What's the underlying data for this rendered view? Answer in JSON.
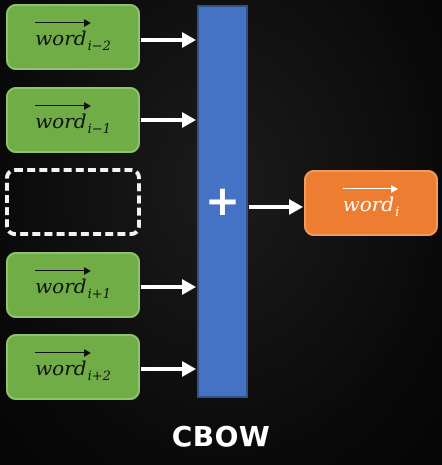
{
  "inputs": [
    {
      "word": "word",
      "subscript": "i−2"
    },
    {
      "word": "word",
      "subscript": "i−1"
    },
    {
      "word": "word",
      "subscript": "i+1"
    },
    {
      "word": "word",
      "subscript": "i+2"
    }
  ],
  "output": {
    "word": "word",
    "subscript": "i"
  },
  "operator": "+",
  "caption": "CBOW",
  "colors": {
    "input_box": "#70ad47",
    "output_box": "#ed7d31",
    "sum_bar": "#4472c4",
    "background": "#0a0a0a"
  },
  "icons": {
    "missing_word_placeholder": "dashed-box",
    "connector": "right-arrow"
  }
}
